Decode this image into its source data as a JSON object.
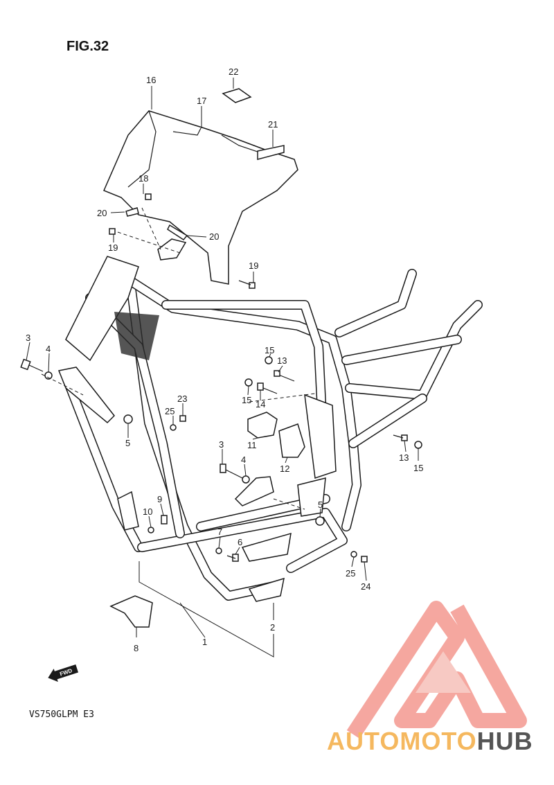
{
  "figure": {
    "title": "FIG.32",
    "model": "VS750GLPM  E3",
    "fwd_label": "FWD"
  },
  "callouts": [
    {
      "id": "c22",
      "label": "22"
    },
    {
      "id": "c16",
      "label": "16"
    },
    {
      "id": "c17",
      "label": "17"
    },
    {
      "id": "c21",
      "label": "21"
    },
    {
      "id": "c18",
      "label": "18"
    },
    {
      "id": "c20a",
      "label": "20"
    },
    {
      "id": "c20b",
      "label": "20"
    },
    {
      "id": "c19a",
      "label": "19"
    },
    {
      "id": "c19b",
      "label": "19"
    },
    {
      "id": "c3a",
      "label": "3"
    },
    {
      "id": "c4a",
      "label": "4"
    },
    {
      "id": "c5a",
      "label": "5"
    },
    {
      "id": "c15a",
      "label": "15"
    },
    {
      "id": "c13a",
      "label": "13"
    },
    {
      "id": "c15b",
      "label": "15"
    },
    {
      "id": "c14",
      "label": "14"
    },
    {
      "id": "c23",
      "label": "23"
    },
    {
      "id": "c25a",
      "label": "25"
    },
    {
      "id": "c11",
      "label": "11"
    },
    {
      "id": "c12",
      "label": "12"
    },
    {
      "id": "c13b",
      "label": "13"
    },
    {
      "id": "c15c",
      "label": "15"
    },
    {
      "id": "c3b",
      "label": "3"
    },
    {
      "id": "c4b",
      "label": "4"
    },
    {
      "id": "c5b",
      "label": "5"
    },
    {
      "id": "c9",
      "label": "9"
    },
    {
      "id": "c10",
      "label": "10"
    },
    {
      "id": "c7",
      "label": "7"
    },
    {
      "id": "c6",
      "label": "6"
    },
    {
      "id": "c25b",
      "label": "25"
    },
    {
      "id": "c24",
      "label": "24"
    },
    {
      "id": "c2",
      "label": "2"
    },
    {
      "id": "c1",
      "label": "1"
    },
    {
      "id": "c8",
      "label": "8"
    }
  ],
  "watermark": {
    "part1": "AUTOMOTO",
    "part2": "HUB",
    "color_primary": "#f28a80",
    "color_secondary": "#f5b85f",
    "color_dark": "#555555"
  }
}
